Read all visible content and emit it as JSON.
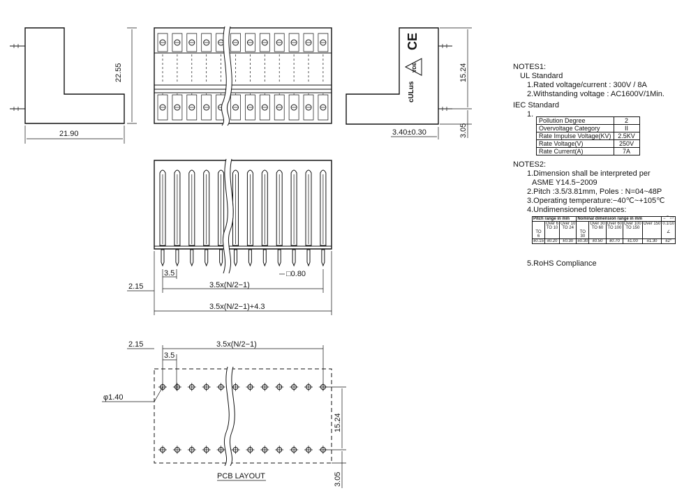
{
  "drawing": {
    "dimensions": {
      "side_width": "21.90",
      "side_height": "22.55",
      "right_offset": "3.40±0.30",
      "right_height": "15.24",
      "right_low": "3.05",
      "front_pitch": "3.5",
      "pin_square": "□0.80",
      "front_span": "3.5x(N/2−1)",
      "front_left": "2.15",
      "front_total": "3.5x(N/2−1)+4.3",
      "pcb_left": "2.15",
      "pcb_span": "3.5x(N/2−1)",
      "pcb_pitch": "3.5",
      "pcb_hole": "φ1.40",
      "pcb_height": "15.24",
      "pcb_low": "3.05"
    },
    "pcb_title": "PCB LAYOUT",
    "marks": {
      "ce": "CE",
      "vde": "VDE",
      "ul": "cULus"
    }
  },
  "notes": {
    "notes1_title": "NOTES1:",
    "ul_title": "UL Standard",
    "ul_item1": "1.Rated voltage/current : 300V / 8A",
    "ul_item2": "2.Withstanding voltage : AC1600V/1Min.",
    "iec_title": "IEC Standard",
    "iec_num": "1.",
    "iec_table": [
      {
        "label": "Pollution Degree",
        "value": "2"
      },
      {
        "label": "Overvoltage Category",
        "value": "II"
      },
      {
        "label": "Rate Impulse Voltage(KV)",
        "value": "2.5KV"
      },
      {
        "label": "Rate Voltage(V)",
        "value": "250V"
      },
      {
        "label": "Rate Current(A)",
        "value": "7A"
      }
    ],
    "notes2_title": "NOTES2:",
    "n2_item1": "1.Dimension shall be interpreted per",
    "n2_item1b": "ASME Y14.5−2009",
    "n2_item2": "2.Pitch :3.5/3.81mm, Poles : N=04~48P",
    "n2_item3": "3.Operating temperature:−40℃~+105℃",
    "n2_item4": "4.Undimensioned tolerances:",
    "tol": {
      "h1": "Pitch range in mm",
      "h2": "Nominal dimension range in mm",
      "h3": "−⌒▱",
      "cols": [
        {
          "from": "TO",
          "to": "6"
        },
        {
          "from": "Over 6",
          "to": "TO 10"
        },
        {
          "from": "Over 10",
          "to": "TO 24"
        },
        {
          "from": "TO",
          "to": "30"
        },
        {
          "from": "Over 30",
          "to": "TO 60"
        },
        {
          "from": "Over 60",
          "to": "TO 100"
        },
        {
          "from": "Over 100",
          "to": "TO 150"
        },
        {
          "from": "Over 150",
          "to": ""
        }
      ],
      "angle_range": "0.1/10",
      "angle_sym": "∠",
      "values": [
        "±0.15",
        "±0.20",
        "±0.30",
        "±0.30",
        "±0.50",
        "±0.70",
        "±1.00",
        "±1.30"
      ],
      "angle_value": "±2°"
    },
    "n2_item5": "5.RoHS Compliance"
  }
}
